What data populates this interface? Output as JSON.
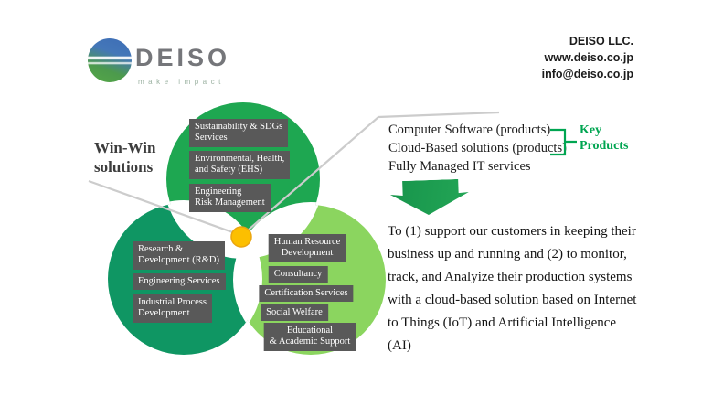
{
  "colors": {
    "dot": "#fcbf00",
    "box_bg": "#595959",
    "box_text": "#ffffff",
    "accent_green": "#00a551",
    "arrow_green": "#23a656",
    "arrow_green_dark": "#17944b",
    "line_gray": "#cccccc",
    "text_dark": "#1c1c1c",
    "logo_gray": "#75767a",
    "tagline_gray": "#9db3a3"
  },
  "header": {
    "logo_text": "DEISO",
    "logo_tagline": "make impact",
    "company_name": "DEISO LLC.",
    "website": "www.deiso.co.jp",
    "email": "info@deiso.co.jp"
  },
  "winwin_label": "Win-Win\nsolutions",
  "venn": {
    "top_circle": {
      "color": "#1ea751",
      "items": [
        "Sustainability & SDGs\nServices",
        "Environmental, Health,\nand Safety (EHS)",
        "Engineering\nRisk Management"
      ]
    },
    "left_circle": {
      "color": "#0f9663",
      "items": [
        "Research &\nDevelopment (R&D)",
        "Engineering Services",
        "Industrial Process\nDevelopment"
      ]
    },
    "right_circle": {
      "color": "#8bd55f",
      "items": [
        "Human Resource\nDevelopment",
        "Consultancy",
        "Certification Services",
        "Social Welfare",
        "Educational\n& Academic Support"
      ]
    },
    "center_dot_color": "#fcbf00"
  },
  "key_products": {
    "items": [
      "Computer Software (products)",
      "Cloud-Based solutions (products)",
      "Fully Managed IT services"
    ],
    "label": "Key\nProducts"
  },
  "description_lines": [
    "To (1) support our customers in keeping their",
    "business up and running and (2) to monitor,",
    "track, and Analyize their production systems",
    "with a cloud-based solution based on Internet",
    "to Things (IoT) and Artificial Intelligence",
    "(AI)"
  ]
}
